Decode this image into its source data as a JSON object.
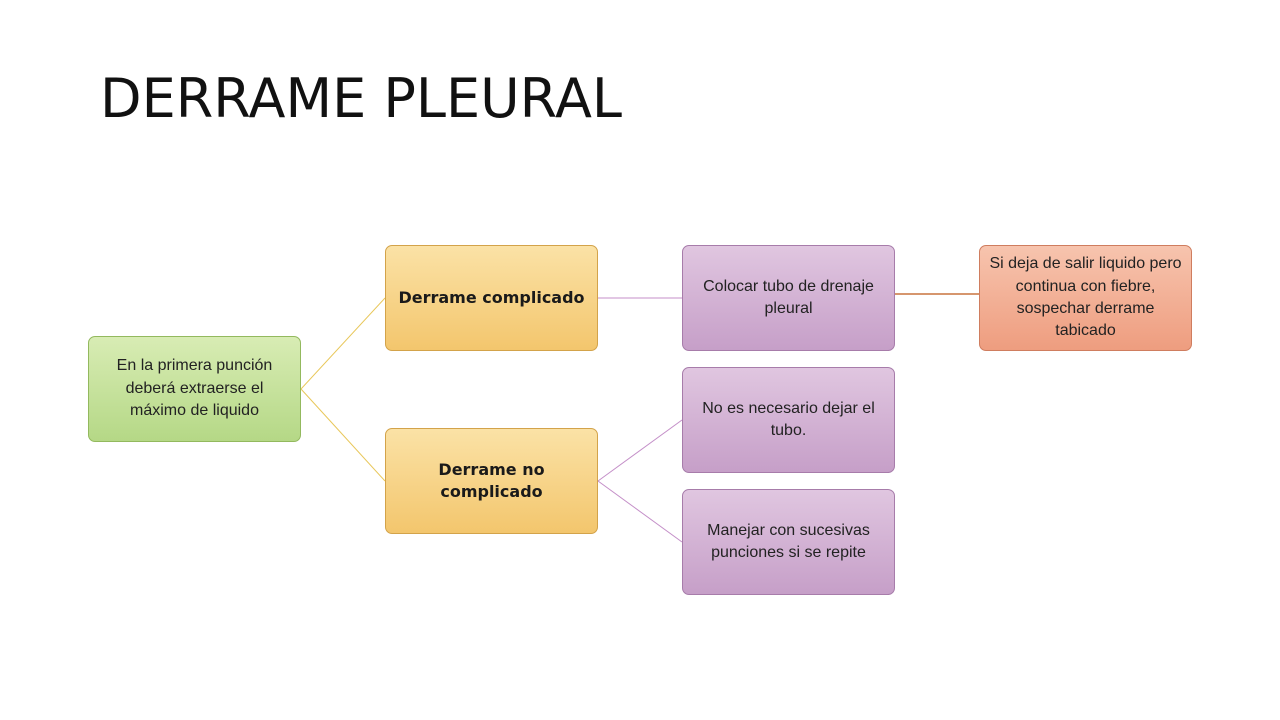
{
  "slide": {
    "title": "DERRAME PLEURAL"
  },
  "diagram": {
    "root": "En la primera punción deberá extraerse el máximo de liquido",
    "branch_complicated": "Derrame complicado",
    "branch_uncomplicated": "Derrame no complicado",
    "complicated_action": "Colocar tubo de drenaje pleural",
    "complicated_followup": "Si deja de salir liquido pero continua con fiebre, sospechar derrame tabicado",
    "uncomplicated_action_1": "No es necesario dejar el tubo.",
    "uncomplicated_action_2": "Manejar con sucesivas punciones si se repite"
  },
  "colors": {
    "root_fill": "#b5d886",
    "level1_fill": "#f3c66d",
    "level2_fill": "#c69fc8",
    "level3_fill": "#ee9d7f",
    "connector_level1": "#e8c75a",
    "connector_level2": "#c48fc8",
    "connector_level3": "#c8743f"
  }
}
